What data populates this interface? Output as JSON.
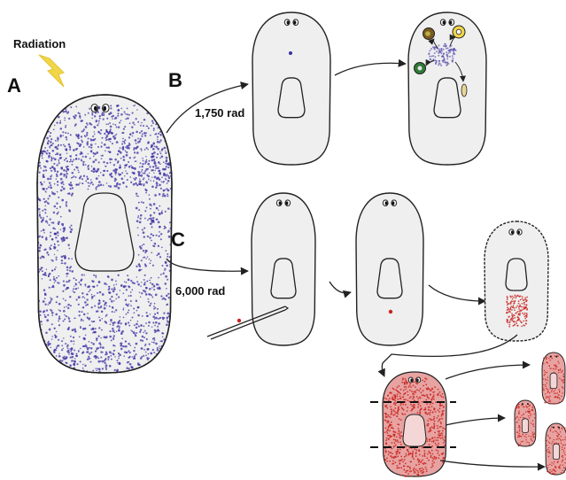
{
  "labels": {
    "radiation": "Radiation",
    "panel_a": "A",
    "panel_b": "B",
    "panel_c": "C",
    "dose_b": "1,750 rad",
    "dose_c": "6,000 rad"
  },
  "colors": {
    "neoblast": "#3a2fa3",
    "regenerated_tissue": "#c8231f",
    "worm_fill": "#efefef",
    "outline": "#222222",
    "lightning": "#f2d64a"
  },
  "icons": {
    "radiation": "lightning-bolt-icon",
    "injection": "micropipette-icon"
  }
}
